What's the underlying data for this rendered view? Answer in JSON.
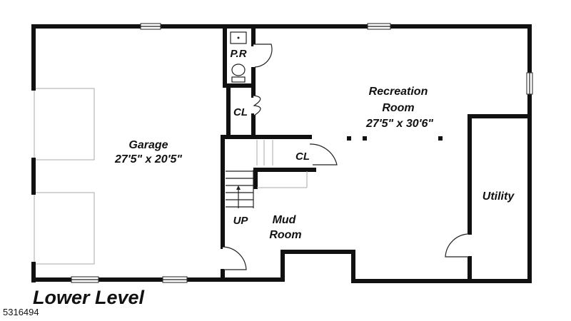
{
  "rooms": {
    "powder_room": "P.R",
    "closet_upper": "CL",
    "closet_stair": "CL",
    "garage_name": "Garage",
    "garage_dims": "27'5\" x 20'5\"",
    "recreation_name_1": "Recreation",
    "recreation_name_2": "Room",
    "recreation_dims": "27'5\" x 30'6\"",
    "utility": "Utility",
    "mud_room_1": "Mud",
    "mud_room_2": "Room",
    "stairs": "UP"
  },
  "caption": "Lower Level",
  "listing_id": "5316494"
}
